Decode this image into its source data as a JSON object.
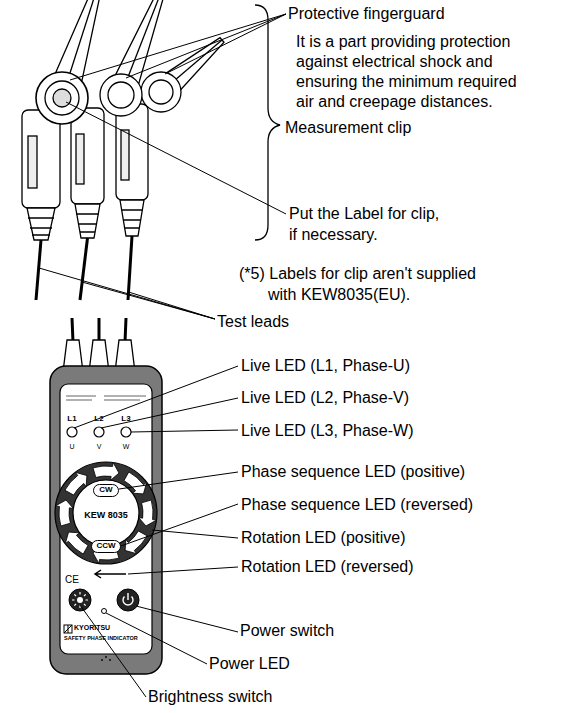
{
  "diagram": {
    "nodes": [
      {
        "text": [
          "CW"
        ]
      },
      {
        "text": [
          "CCW"
        ]
      }
    ],
    "labels": [
      "Protective fingerguard",
      "It is a part providing protection against electrical shock and ensuring the minimum required air and creepage distances.",
      "Measurement clip",
      "Put the Label for clip, if necessary.",
      "(*5) Labels for clip aren't supplied with KEW8035(EU).",
      "Test leads",
      "Live LED (L1, Phase-U)",
      "Live LED (L2, Phase-V)",
      "Live LED (L3, Phase-W)",
      "L1",
      "L2",
      "L3",
      "U",
      "V",
      "W",
      "Phase sequence LED (positive)",
      "Phase sequence LED (reversed)",
      "KEW 8035",
      "Rotation LED (positive)",
      "Rotation LED (reversed)",
      "CE",
      "Power switch",
      "Power LED",
      "KYORITSU",
      "SAFETY PHASE INDICATOR",
      "Brightness switch"
    ]
  }
}
